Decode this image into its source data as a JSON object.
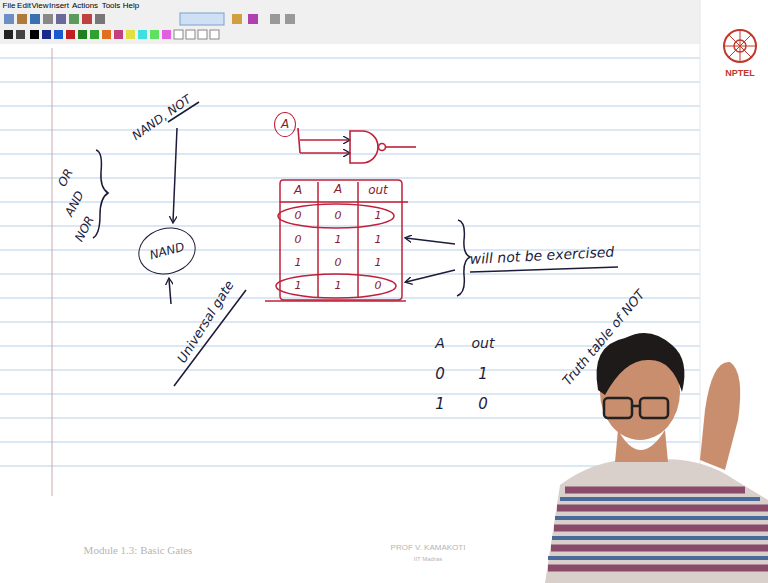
{
  "diagram": {
    "nodes": [
      {
        "text": [
          "A"
        ]
      },
      {
        "text": [
          "NAND"
        ]
      }
    ],
    "labels": [
      "File",
      "Edit",
      "View",
      "Insert",
      "Actions",
      "Tools",
      "Help",
      "NPTEL",
      "OR",
      "AND",
      "NOR",
      "NAND, NOT",
      "Universal gate",
      "A",
      "A",
      "out",
      "0",
      "0",
      "1",
      "0",
      "1",
      "1",
      "1",
      "0",
      "1",
      "1",
      "1",
      "0",
      "will not be exercised",
      "A",
      "out",
      "0",
      "1",
      "1",
      "0",
      "Truth table of NOT",
      "Module 1.3: Basic Gates",
      "PROF V. KAMAKOTI",
      "IIT Madras"
    ]
  }
}
